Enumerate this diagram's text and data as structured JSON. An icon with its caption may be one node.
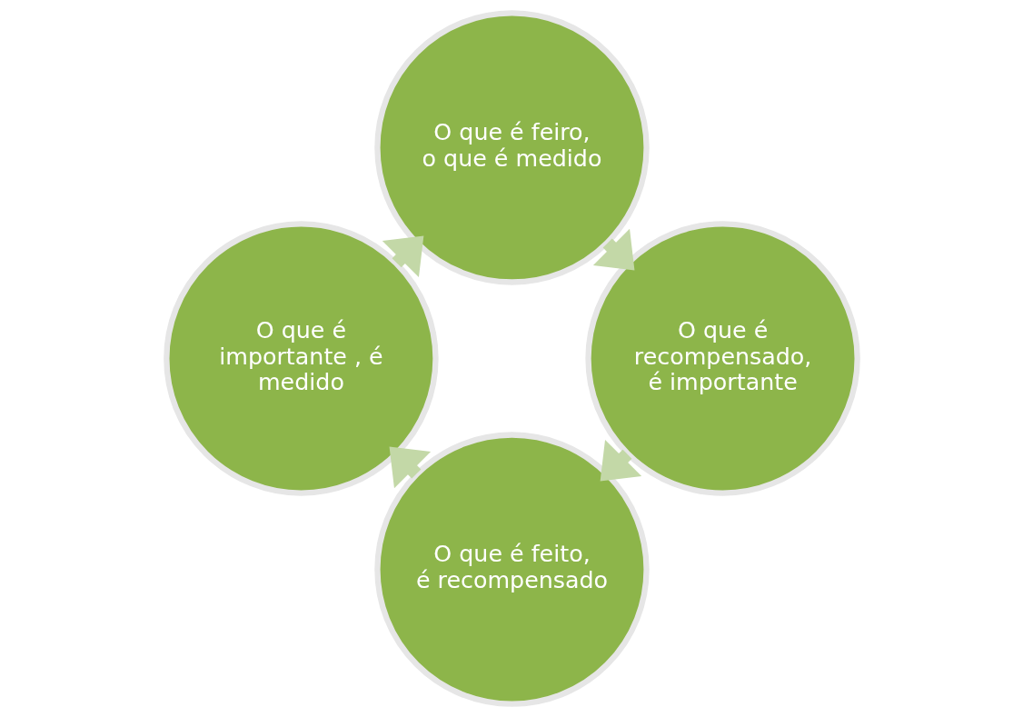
{
  "diagram": {
    "nodes": [
      {
        "text": [
          "O que é feito, é recompensado"
        ]
      },
      {
        "text": [
          "O que é recompensado, é importante"
        ]
      },
      {
        "text": [
          "O que é importante , é medido"
        ]
      },
      {
        "text": [
          "O que é feiro, o que é medido"
        ]
      }
    ],
    "edges": [
      {
        "from": 0,
        "to": 2,
        "arrow": "to"
      },
      {
        "from": 2,
        "to": 3,
        "arrow": "to"
      },
      {
        "from": 3,
        "to": 1,
        "arrow": "to"
      },
      {
        "from": 1,
        "to": 0,
        "arrow": "to"
      }
    ]
  }
}
